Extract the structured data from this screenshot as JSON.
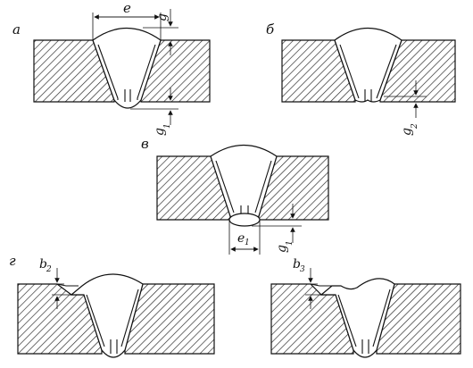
{
  "panels": [
    {
      "id": "a",
      "letter": "а",
      "dims": [
        {
          "sym": "e",
          "sub": ""
        },
        {
          "sym": "g",
          "sub": ""
        },
        {
          "sym": "g",
          "sub": "1"
        }
      ]
    },
    {
      "id": "b",
      "letter": "б",
      "dims": [
        {
          "sym": "g",
          "sub": "2"
        }
      ]
    },
    {
      "id": "v",
      "letter": "в",
      "dims": [
        {
          "sym": "e",
          "sub": "1"
        },
        {
          "sym": "g",
          "sub": "1"
        }
      ]
    },
    {
      "id": "g",
      "letter": "г",
      "dims": [
        {
          "sym": "b",
          "sub": "2"
        },
        {
          "sym": "b",
          "sub": "3"
        }
      ]
    }
  ],
  "colors": {
    "line": "#111111",
    "background": "#ffffff"
  }
}
